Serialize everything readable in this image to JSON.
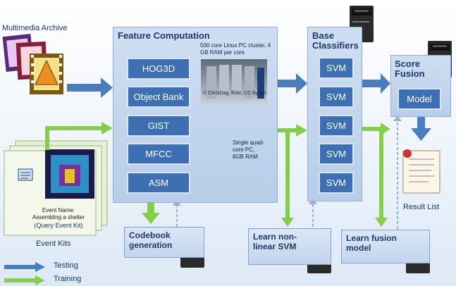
{
  "archive": {
    "label": "Multimedia Archive"
  },
  "feature": {
    "title": "Feature Computation",
    "items": [
      "HOG3D",
      "Object Bank",
      "GIST",
      "MFCC",
      "ASM"
    ],
    "cluster_note": "500 core Linux PC cluster, 4 GB RAM per core",
    "photo_credit": "© ChrisDag, flickr, CC-by-2.0",
    "quadcore_note": "Single quad-core PC, 8GB RAM"
  },
  "classifiers": {
    "title": "Base Classifiers",
    "items": [
      "SVM",
      "SVM",
      "SVM",
      "SVM",
      "SVM"
    ]
  },
  "fusion": {
    "title": "Score Fusion",
    "model": "Model"
  },
  "result": {
    "label": "Result List"
  },
  "training": {
    "codebook": "Codebook\ngeneration",
    "learn_svm": "Learn non-\nlinear SVM",
    "learn_fusion": "Learn fusion\nmodel"
  },
  "eventkit": {
    "event_name": "Event Name:\nAssembling a shelter",
    "query_label": "(Query Event Kit)",
    "label": "Event Kits"
  },
  "legend": {
    "testing": "Testing",
    "training": "Training"
  },
  "colors": {
    "testing_arrow": "#4a7cc0",
    "training_arrow": "#84cf4a",
    "feature_box": "#3d6fb5"
  }
}
